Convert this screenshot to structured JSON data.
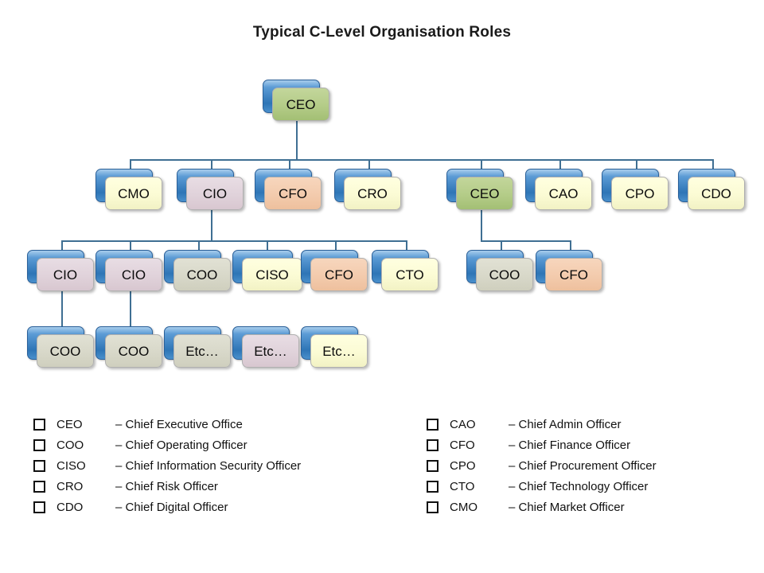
{
  "title": "Typical C-Level Organisation Roles",
  "colors": {
    "connector": "#3f6f93",
    "shadow_card": "#2e75b6",
    "cream": "#ffffe0",
    "green": "#c3d69b",
    "mauve": "#e8dde4",
    "peach": "#f7d6bd",
    "grey": "#e1e1d4",
    "text": "#0b0b0b"
  },
  "chart": {
    "rows": [
      {
        "name": "row-1",
        "nodes": [
          {
            "label": "CEO",
            "fill": "green"
          }
        ]
      },
      {
        "name": "row-2",
        "nodes": [
          {
            "label": "CMO",
            "fill": "cream"
          },
          {
            "label": "CIO",
            "fill": "mauve"
          },
          {
            "label": "CFO",
            "fill": "peach"
          },
          {
            "label": "CRO",
            "fill": "cream"
          },
          {
            "label": "CEO",
            "fill": "green"
          },
          {
            "label": "CAO",
            "fill": "cream"
          },
          {
            "label": "CPO",
            "fill": "cream"
          },
          {
            "label": "CDO",
            "fill": "cream"
          }
        ]
      },
      {
        "name": "row-3",
        "nodes": [
          {
            "label": "CIO",
            "fill": "mauve"
          },
          {
            "label": "CIO",
            "fill": "mauve"
          },
          {
            "label": "COO",
            "fill": "grey"
          },
          {
            "label": "CISO",
            "fill": "cream"
          },
          {
            "label": "CFO",
            "fill": "peach"
          },
          {
            "label": "CTO",
            "fill": "cream"
          },
          {
            "label": "COO",
            "fill": "grey"
          },
          {
            "label": "CFO",
            "fill": "peach"
          }
        ]
      },
      {
        "name": "row-4",
        "nodes": [
          {
            "label": "COO",
            "fill": "grey"
          },
          {
            "label": "COO",
            "fill": "grey"
          },
          {
            "label": "Etc…",
            "fill": "grey"
          },
          {
            "label": "Etc…",
            "fill": "mauve"
          },
          {
            "label": "Etc…",
            "fill": "cream"
          }
        ]
      }
    ]
  },
  "legend": {
    "left": [
      {
        "abbr": "CEO",
        "desc": "– Chief Executive Office"
      },
      {
        "abbr": "COO",
        "desc": "– Chief Operating Officer"
      },
      {
        "abbr": "CISO",
        "desc": "– Chief Information Security Officer"
      },
      {
        "abbr": "CRO",
        "desc": "– Chief Risk Officer"
      },
      {
        "abbr": "CDO",
        "desc": "– Chief Digital Officer"
      }
    ],
    "right": [
      {
        "abbr": "CAO",
        "desc": "– Chief Admin Officer"
      },
      {
        "abbr": "CFO",
        "desc": "– Chief Finance Officer"
      },
      {
        "abbr": "CPO",
        "desc": "– Chief Procurement Officer"
      },
      {
        "abbr": "CTO",
        "desc": "– Chief Technology Officer"
      },
      {
        "abbr": "CMO",
        "desc": "– Chief Market Officer"
      }
    ]
  }
}
